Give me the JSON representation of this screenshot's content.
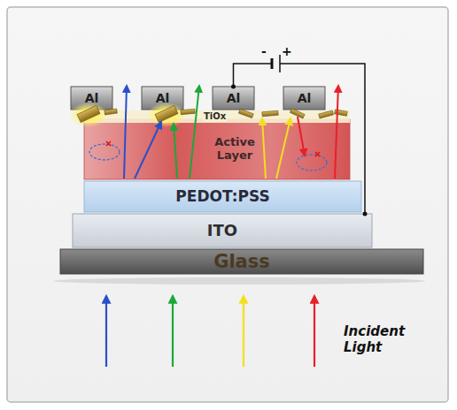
{
  "diagram": {
    "nodes": [
      {
        "text": [
          "Al"
        ]
      },
      {
        "text": [
          "Al"
        ]
      },
      {
        "text": [
          "Al"
        ]
      },
      {
        "text": [
          "Al"
        ]
      },
      {
        "text": [
          "Active Layer"
        ]
      },
      {
        "text": [
          "PEDOT:PSS"
        ]
      },
      {
        "text": [
          "ITO"
        ]
      },
      {
        "text": [
          "Glass"
        ]
      }
    ],
    "edges": [
      {
        "from": 2,
        "to": 6,
        "arrow": "none"
      }
    ],
    "labels": [
      "TiOx",
      "-",
      "+",
      "Incident Light"
    ]
  }
}
